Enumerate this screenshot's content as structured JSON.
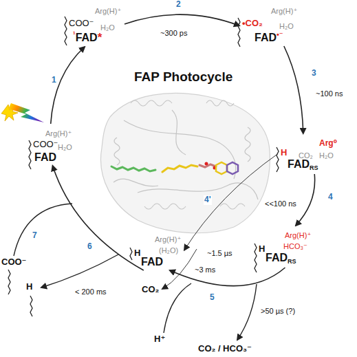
{
  "diagram": {
    "title": "FAP Photocycle",
    "nodes": [
      {
        "text": [
          "Arg(H)⁺",
          "COO⁻",
          "H₂O",
          "¹",
          "FAD",
          "*"
        ]
      },
      {
        "text": [
          "Arg(H)⁺",
          "•",
          "CO₂",
          "H₂O",
          "FAD",
          "•⁻"
        ]
      },
      {
        "text": [
          "Arg⁰",
          "H",
          "CO₂",
          "H₂O",
          "FAD",
          "RS"
        ]
      },
      {
        "text": [
          "Arg(H)⁺",
          "HCO₃⁻",
          "H",
          "FAD",
          "RS"
        ]
      },
      {
        "text": [
          "Arg(H)⁺",
          "(H₂O)",
          "H",
          "FAD"
        ]
      },
      {
        "text": [
          "Arg(H)⁺",
          "COO⁻",
          "H₂O",
          "FAD"
        ]
      }
    ],
    "edges": [
      {
        "from": 5,
        "to": 0,
        "arrow": "to"
      },
      {
        "from": 0,
        "to": 1,
        "arrow": "to"
      },
      {
        "from": 1,
        "to": 2,
        "arrow": "to"
      },
      {
        "from": 2,
        "to": 3,
        "arrow": "to"
      },
      {
        "from": 2,
        "to": 4,
        "arrow": "to"
      },
      {
        "from": 3,
        "to": 4,
        "arrow": "to"
      },
      {
        "from": 4,
        "to": 5,
        "arrow": "to"
      }
    ],
    "labels": [
      "1",
      "2",
      "~300 ps",
      "3",
      "~100 ns",
      "4",
      "<<100 ns",
      "4'",
      "~1.5 µs",
      "CO₂",
      "~3 ms",
      "5",
      "H⁺",
      ">50 µs (?)",
      "CO₂ / HCO₃⁻",
      "6",
      "< 200 ms",
      "H",
      "7",
      "COO⁻"
    ]
  }
}
